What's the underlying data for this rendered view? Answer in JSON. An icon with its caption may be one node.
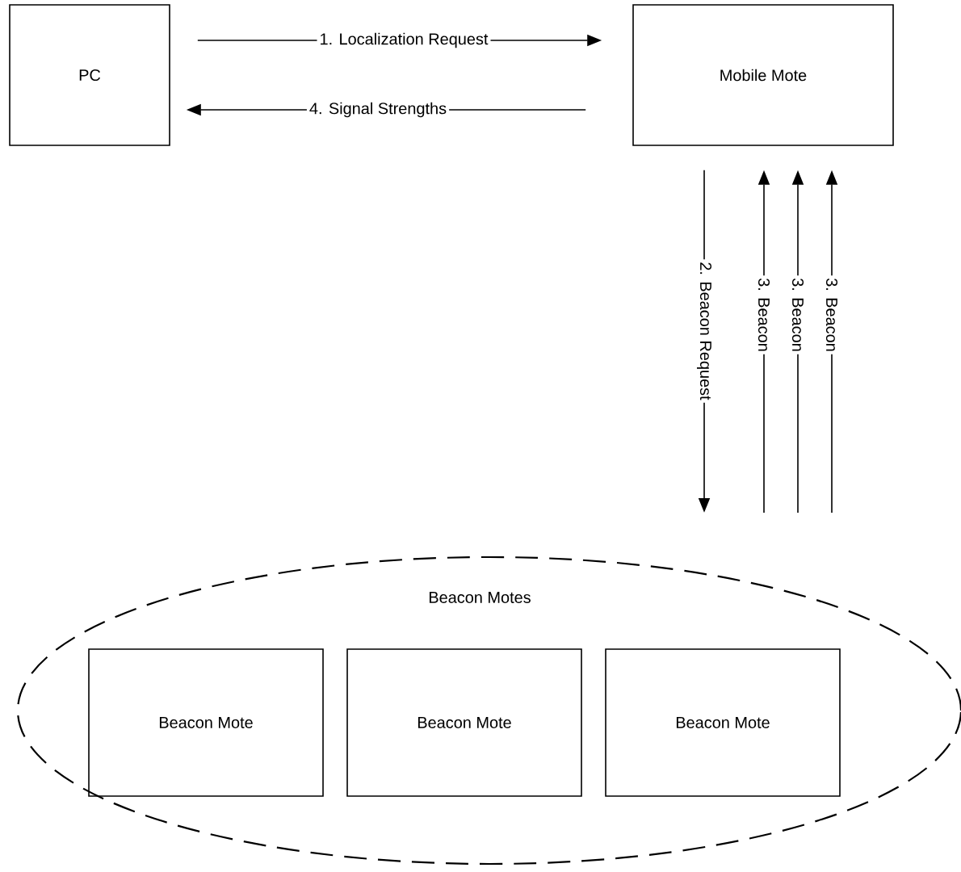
{
  "diagram": {
    "nodes": [
      {
        "text": [
          "PC"
        ]
      },
      {
        "text": [
          "Mobile Mote"
        ]
      },
      {
        "text": [
          "Beacon Motes"
        ]
      },
      {
        "text": [
          "Beacon Mote"
        ],
        "in": 2
      },
      {
        "text": [
          "Beacon Mote"
        ],
        "in": 2
      },
      {
        "text": [
          "Beacon Mote"
        ],
        "in": 2
      }
    ],
    "edges": [
      {
        "from": 0,
        "to": 1,
        "arrow": "to",
        "label": "1. Localization Request"
      },
      {
        "from": 1,
        "to": 0,
        "arrow": "to",
        "label": "4. Signal Strengths"
      },
      {
        "from": 1,
        "to": 2,
        "arrow": "to",
        "label": "2. Beacon Request"
      },
      {
        "from": 2,
        "to": 1,
        "arrow": "to",
        "label": "3. Beacon"
      },
      {
        "from": 2,
        "to": 1,
        "arrow": "to",
        "label": "3. Beacon"
      },
      {
        "from": 2,
        "to": 1,
        "arrow": "to",
        "label": "3. Beacon"
      }
    ]
  }
}
